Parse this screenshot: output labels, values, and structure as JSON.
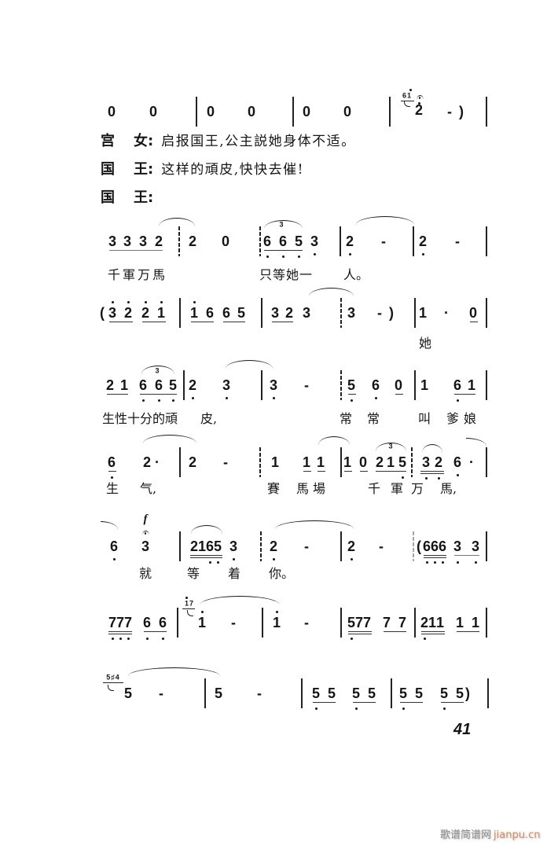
{
  "page": {
    "number": "41",
    "background": "#ffffff",
    "ink": "#151515"
  },
  "watermark": {
    "site_cn": "歌谱简谱网",
    "site_en": "jianpu.cn",
    "cn_color": "#888888",
    "en_color": "#d4895a"
  },
  "score": {
    "intro_row": {
      "notes": [
        "0",
        "0",
        "0",
        "0",
        "0",
        "0",
        "2",
        "-",
        ")"
      ],
      "grace": "61",
      "fermata": "fermata"
    },
    "dialogue": [
      {
        "speaker_a": "宫",
        "speaker_b": "女:",
        "line": "启报国王,公主説她身体不适。"
      },
      {
        "speaker_a": "国",
        "speaker_b": "王:",
        "line": "这样的頑皮,快快去催!"
      },
      {
        "speaker_a": "国",
        "speaker_b": "王:",
        "line": ""
      }
    ],
    "rows": [
      {
        "notes": [
          "3",
          "3",
          "3",
          "2",
          "2",
          "0",
          "6",
          "6",
          "5",
          "3",
          "2",
          "-",
          "2",
          "-"
        ],
        "tuplet": "3",
        "lyrics": [
          "千軍万馬",
          "只等她一",
          "人。"
        ]
      },
      {
        "notes": [
          "(",
          "3",
          "2",
          "2",
          "1",
          "1",
          "6",
          "6",
          "5",
          "3",
          "2",
          "3",
          "3",
          "-",
          ")",
          "1",
          "·",
          "0"
        ],
        "lyrics": [
          "她"
        ]
      },
      {
        "notes": [
          "2",
          "1",
          "6",
          "6",
          "5",
          "2",
          "3",
          "3",
          "-",
          "5",
          "6",
          "0",
          "1",
          "6",
          "1"
        ],
        "tuplet": "3",
        "lyrics": [
          "生性十分的頑",
          "皮,",
          "常",
          "常",
          "叫",
          "爹娘"
        ]
      },
      {
        "notes": [
          "6",
          "2",
          "·",
          "2",
          "-",
          "1",
          "1",
          "1",
          "1",
          "0",
          "2",
          "1",
          "5",
          "3",
          "2",
          "6",
          "·"
        ],
        "tuplet": "3",
        "lyrics": [
          "生",
          "气,",
          "賽",
          "馬場",
          "千",
          "軍",
          "万",
          "馬,"
        ]
      },
      {
        "notes": [
          "6",
          "3",
          "2",
          "1",
          "6",
          "5",
          "3",
          "2",
          "-",
          "2",
          "-",
          "(",
          "6",
          "6",
          "6",
          "3",
          "3"
        ],
        "dynamic": "f",
        "fermata": "fermata",
        "lyrics": [
          "就",
          "等",
          "着",
          "你。"
        ]
      },
      {
        "notes": [
          "7",
          "7",
          "7",
          "6",
          "6",
          "1",
          "-",
          "1",
          "-",
          "5",
          "7",
          "7",
          "7",
          "7",
          "2",
          "1",
          "1",
          "1",
          "1"
        ],
        "grace": "17"
      },
      {
        "notes": [
          "5",
          "-",
          "5",
          "-",
          "5",
          "5",
          "5",
          "5",
          "5",
          "5",
          "5",
          "5",
          ")"
        ],
        "grace": "5♯4"
      }
    ]
  }
}
